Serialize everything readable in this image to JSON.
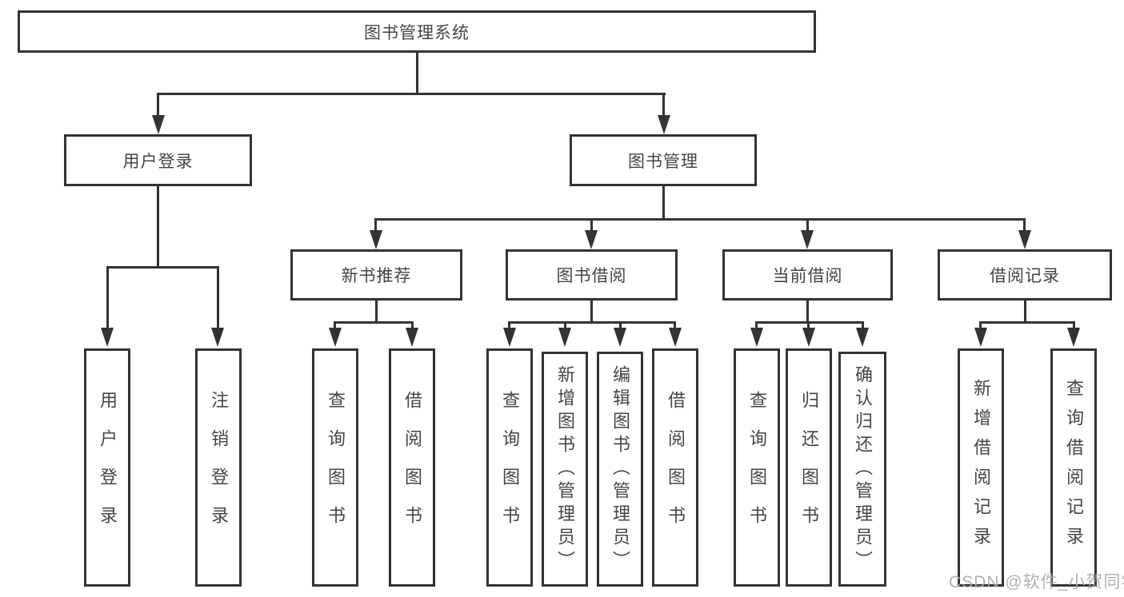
{
  "diagram": {
    "title": "图书管理系统",
    "root": {
      "label": "图书管理系统"
    },
    "branches": [
      {
        "label": "用户登录",
        "children": [
          {
            "label": "用户登录"
          },
          {
            "label": "注销登录"
          }
        ]
      },
      {
        "label": "图书管理",
        "children": [
          {
            "label": "新书推荐",
            "children": [
              {
                "label": "查询图书"
              },
              {
                "label": "借阅图书"
              }
            ]
          },
          {
            "label": "图书借阅",
            "children": [
              {
                "label": "查询图书"
              },
              {
                "label": "新增图书（管理员）"
              },
              {
                "label": "编辑图书（管理员）"
              },
              {
                "label": "借阅图书"
              }
            ]
          },
          {
            "label": "当前借阅",
            "children": [
              {
                "label": "查询图书"
              },
              {
                "label": "归还图书"
              },
              {
                "label": "确认归还（管理员）"
              }
            ]
          },
          {
            "label": "借阅记录",
            "children": [
              {
                "label": "新增借阅记录"
              },
              {
                "label": "查询借阅记录"
              }
            ]
          }
        ]
      }
    ]
  },
  "watermark": {
    "text": "CSDN @软件_小贺同学"
  },
  "colors": {
    "line": "#333333",
    "box_border": "#333333",
    "text": "#454545",
    "watermark": "#a8a8a8",
    "background": "#ffffff"
  }
}
